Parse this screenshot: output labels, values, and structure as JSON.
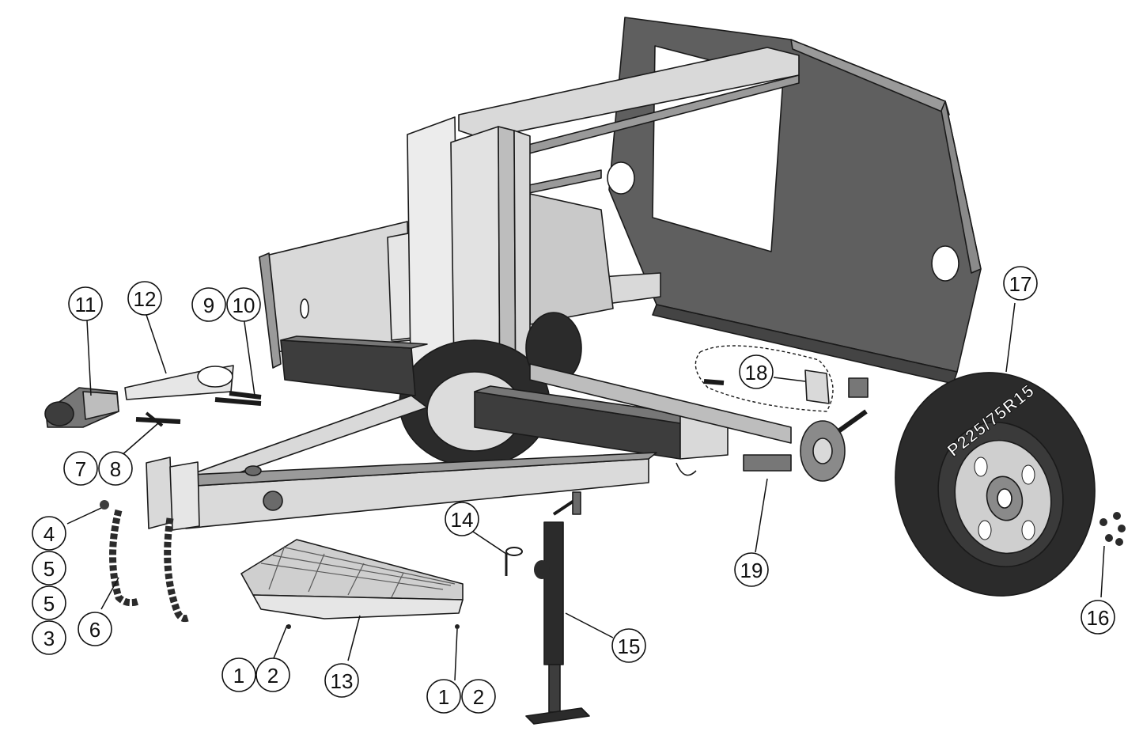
{
  "diagram": {
    "tire_marking": "P225/75R15",
    "callouts": [
      {
        "id": "c11",
        "label": "11"
      },
      {
        "id": "c12",
        "label": "12"
      },
      {
        "id": "c9",
        "label": "9"
      },
      {
        "id": "c10",
        "label": "10"
      },
      {
        "id": "c7",
        "label": "7"
      },
      {
        "id": "c8",
        "label": "8"
      },
      {
        "id": "c4",
        "label": "4"
      },
      {
        "id": "c5a",
        "label": "5"
      },
      {
        "id": "c5b",
        "label": "5"
      },
      {
        "id": "c3",
        "label": "3"
      },
      {
        "id": "c6",
        "label": "6"
      },
      {
        "id": "c1a",
        "label": "1"
      },
      {
        "id": "c2a",
        "label": "2"
      },
      {
        "id": "c13",
        "label": "13"
      },
      {
        "id": "c14",
        "label": "14"
      },
      {
        "id": "c15",
        "label": "15"
      },
      {
        "id": "c1b",
        "label": "1"
      },
      {
        "id": "c2b",
        "label": "2"
      },
      {
        "id": "c18",
        "label": "18"
      },
      {
        "id": "c19",
        "label": "19"
      },
      {
        "id": "c17",
        "label": "17"
      },
      {
        "id": "c16",
        "label": "16"
      }
    ]
  },
  "colors": {
    "panel_dark": "#5f5f5f",
    "frame_light": "#d9d9d9",
    "frame_mid": "#9a9a9a",
    "beam_dark": "#3d3d3d",
    "tire": "#2b2b2b",
    "outline": "#1a1a1a"
  }
}
